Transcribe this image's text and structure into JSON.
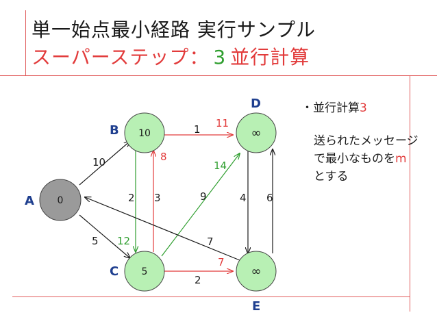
{
  "title": {
    "line1": "単一始点最小経路 実行サンプル",
    "line2_prefix": "スーパーステップ：",
    "line2_step": "3",
    "line2_suffix": "並行計算"
  },
  "note": {
    "bullet_prefix": "・並行計算",
    "bullet_num": "3",
    "body_line1": "送られたメッセージ",
    "body_line2_a": "で最小なものを",
    "body_line2_b": "m",
    "body_line3": "とする"
  },
  "colors": {
    "text": "#1a1a1a",
    "red": "#e23b3b",
    "green": "#2e9e2e",
    "node_gray": "#9a9a9a",
    "node_green": "#b8f0b4",
    "blue_label": "#1f3f8f"
  },
  "graph": {
    "nodes": [
      {
        "id": "A",
        "label": "A",
        "value": "0"
      },
      {
        "id": "B",
        "label": "B",
        "value": "10"
      },
      {
        "id": "C",
        "label": "C",
        "value": "5"
      },
      {
        "id": "D",
        "label": "D",
        "value": "∞"
      },
      {
        "id": "E",
        "label": "E",
        "value": "∞"
      }
    ],
    "edges": [
      {
        "from": "A",
        "to": "B",
        "weight": "10"
      },
      {
        "from": "A",
        "to": "C",
        "weight": "5"
      },
      {
        "from": "B",
        "to": "D",
        "weight": "1",
        "message": "11"
      },
      {
        "from": "B",
        "to": "C",
        "weight": "2",
        "message": "12"
      },
      {
        "from": "C",
        "to": "B",
        "weight": "3",
        "message": "8"
      },
      {
        "from": "C",
        "to": "D",
        "weight": "9",
        "message": "14"
      },
      {
        "from": "C",
        "to": "E",
        "weight": "2",
        "message": "7"
      },
      {
        "from": "D",
        "to": "E",
        "weight": "4"
      },
      {
        "from": "E",
        "to": "D",
        "weight": "6"
      },
      {
        "from": "E",
        "to": "A",
        "weight": "7"
      }
    ]
  }
}
